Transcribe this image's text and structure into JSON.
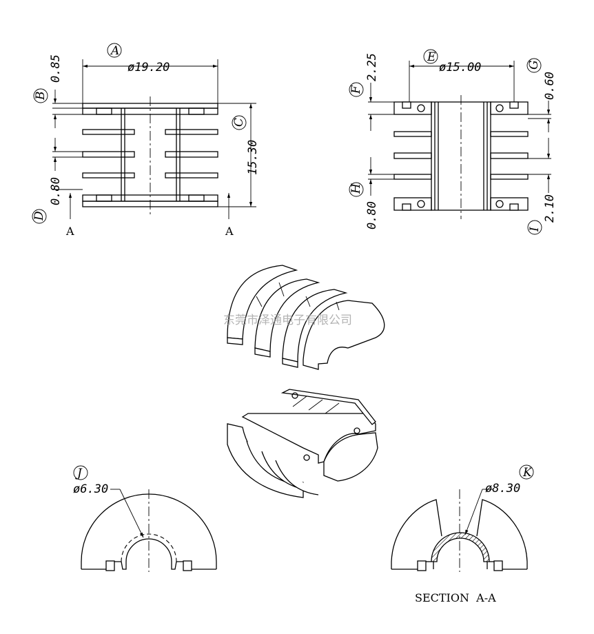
{
  "front_view": {
    "label_a": "A",
    "dia_a": "ø19.20",
    "label_b": "B",
    "dim_b": "0.85",
    "label_c": "C",
    "dim_c": "15.30",
    "label_d": "D",
    "dim_d": "0.80",
    "cut_left": "A",
    "cut_right": "A"
  },
  "side_view": {
    "label_e": "E",
    "dia_e": "ø15.00",
    "label_f": "F",
    "dim_f": "2.25",
    "label_g": "G",
    "dim_g": "0.60",
    "label_h": "H",
    "dim_h": "0.80",
    "label_i": "I",
    "dim_i": "2.10"
  },
  "watermark": "东莞市泽通电子有限公司",
  "end_view": {
    "label_j": "J",
    "dia_j": "ø6.30"
  },
  "section_view": {
    "label_k": "K",
    "dia_k": "ø8.30",
    "title": "SECTION  A-A"
  }
}
